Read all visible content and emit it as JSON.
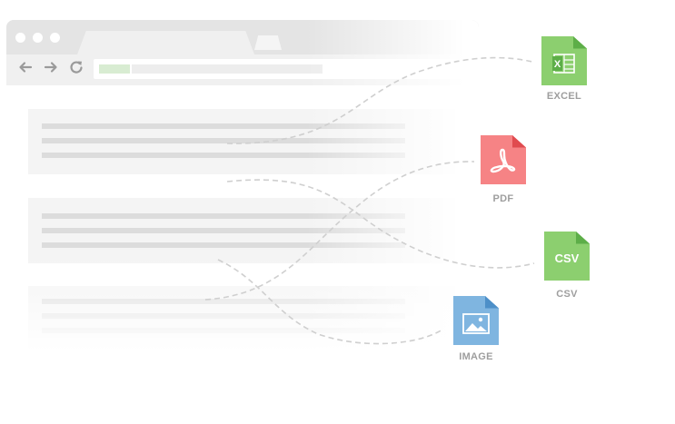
{
  "exports": {
    "excel": {
      "label": "EXCEL",
      "color": "#8ccf6f",
      "fold_color": "#5dae48"
    },
    "pdf": {
      "label": "PDF",
      "color": "#f68385",
      "fold_color": "#e04b4f"
    },
    "csv": {
      "label": "CSV",
      "icon_text": "CSV",
      "color": "#8ccf6f",
      "fold_color": "#5dae48"
    },
    "image": {
      "label": "IMAGE",
      "color": "#7fb5e0",
      "fold_color": "#4d8fc8"
    }
  },
  "icons": [
    "back-arrow-icon",
    "forward-arrow-icon",
    "refresh-icon",
    "excel-file-icon",
    "pdf-file-icon",
    "csv-file-icon",
    "image-file-icon"
  ]
}
